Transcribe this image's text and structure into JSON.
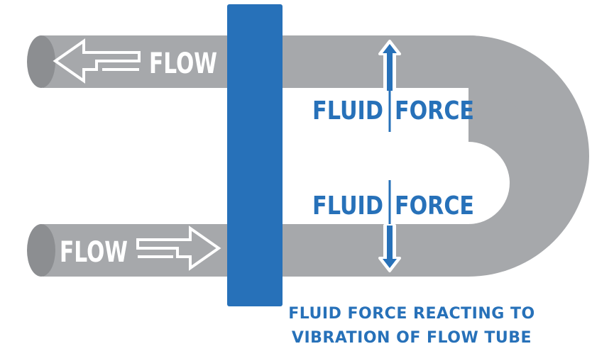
{
  "diagram": {
    "flow_top_label": "FLOW",
    "flow_bottom_label": "FLOW",
    "fluid_force_top": {
      "left": "FLUID",
      "right": "FORCE"
    },
    "fluid_force_bottom": {
      "left": "FLUID",
      "right": "FORCE"
    },
    "caption_line1": "FLUID FORCE REACTING TO",
    "caption_line2": "VIBRATION OF FLOW TUBE",
    "colors": {
      "tube": "#a6a8ab",
      "tube_end": "#8c8e91",
      "support": "#2771b9",
      "text_accent": "#2771b9",
      "arrow_outline": "#ffffff"
    }
  }
}
